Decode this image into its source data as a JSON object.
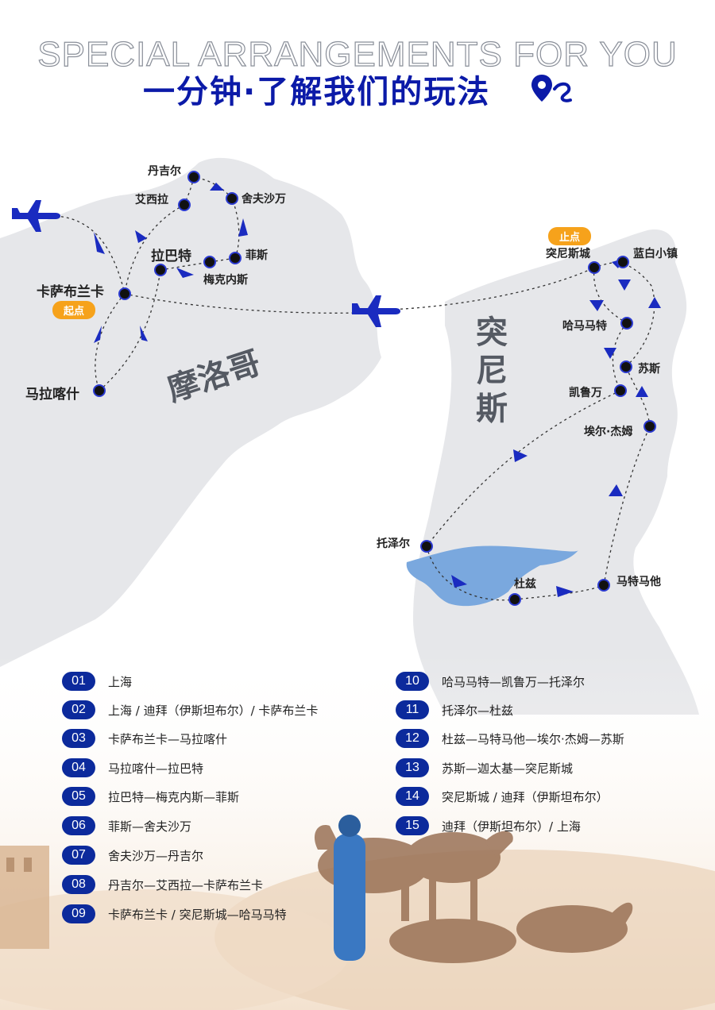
{
  "header": {
    "subtitle": "SPECIAL ARRANGEMENTS FOR YOU",
    "title": "一分钟·了解我们的玩法"
  },
  "map": {
    "countries": {
      "morocco": "摩洛哥",
      "tunisia": "突尼斯"
    },
    "start_badge": "起点",
    "end_badge": "止点",
    "cities": {
      "tangier": "丹吉尔",
      "asilah": "艾西拉",
      "chefchaouen": "舍夫沙万",
      "rabat": "拉巴特",
      "meknes": "梅克内斯",
      "fes": "菲斯",
      "casablanca": "卡萨布兰卡",
      "marrakech": "马拉喀什",
      "tunis": "突尼斯城",
      "sidi_bou_said": "蓝白小镇",
      "hammamet": "哈马马特",
      "sousse": "苏斯",
      "kairouan": "凯鲁万",
      "el_jem": "埃尔·杰姆",
      "tozeur": "托泽尔",
      "douz": "杜兹",
      "matmata": "马特马他"
    }
  },
  "itinerary": [
    {
      "day": "01",
      "text": "上海"
    },
    {
      "day": "02",
      "text": "上海 / 迪拜（伊斯坦布尔）/ 卡萨布兰卡"
    },
    {
      "day": "03",
      "text": "卡萨布兰卡—马拉喀什"
    },
    {
      "day": "04",
      "text": "马拉喀什—拉巴特"
    },
    {
      "day": "05",
      "text": "拉巴特—梅克内斯—菲斯"
    },
    {
      "day": "06",
      "text": "菲斯—舍夫沙万"
    },
    {
      "day": "07",
      "text": "舍夫沙万—丹吉尔"
    },
    {
      "day": "08",
      "text": "丹吉尔—艾西拉—卡萨布兰卡"
    },
    {
      "day": "09",
      "text": "卡萨布兰卡 / 突尼斯城—哈马马特"
    },
    {
      "day": "10",
      "text": "哈马马特—凯鲁万—托泽尔"
    },
    {
      "day": "11",
      "text": "托泽尔—杜兹"
    },
    {
      "day": "12",
      "text": "杜兹—马特马他—埃尔·杰姆—苏斯"
    },
    {
      "day": "13",
      "text": "苏斯—迦太基—突尼斯城"
    },
    {
      "day": "14",
      "text": "突尼斯城 / 迪拜（伊斯坦布尔）"
    },
    {
      "day": "15",
      "text": "迪拜（伊斯坦布尔）/ 上海"
    }
  ],
  "colors": {
    "accent": "#0c2a9c",
    "badge": "#f6a21b",
    "land": "#e6e7ea",
    "lake": "#7aa8de"
  }
}
